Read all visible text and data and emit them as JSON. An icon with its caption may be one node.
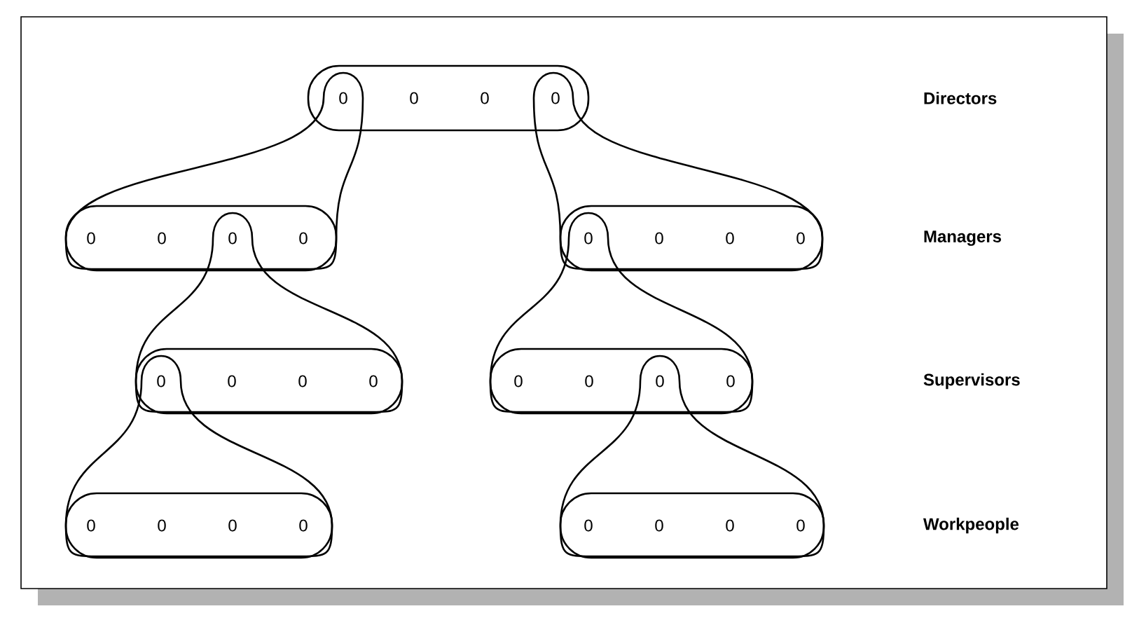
{
  "diagram": {
    "nodes": [
      {
        "text": [
          "0",
          "0",
          "0",
          "0"
        ]
      },
      {
        "text": [],
        "shape": "teardrop"
      },
      {
        "text": [
          "0",
          "0",
          "0",
          "0"
        ],
        "in": 1
      },
      {
        "text": [],
        "shape": "teardrop"
      },
      {
        "text": [
          "0",
          "0",
          "0",
          "0"
        ],
        "in": 3
      },
      {
        "text": [],
        "shape": "teardrop"
      },
      {
        "text": [
          "0",
          "0",
          "0",
          "0"
        ],
        "in": 5
      },
      {
        "text": [],
        "shape": "teardrop"
      },
      {
        "text": [
          "0",
          "0",
          "0",
          "0"
        ],
        "in": 7
      },
      {
        "text": [],
        "shape": "teardrop"
      },
      {
        "text": [
          "0",
          "0",
          "0",
          "0"
        ],
        "in": 9
      },
      {
        "text": [],
        "shape": "teardrop"
      },
      {
        "text": [
          "0",
          "0",
          "0",
          "0"
        ],
        "in": 11
      }
    ],
    "edges": [],
    "labels": [
      "Directors",
      "Managers",
      "Supervisors",
      "Workpeople"
    ]
  }
}
